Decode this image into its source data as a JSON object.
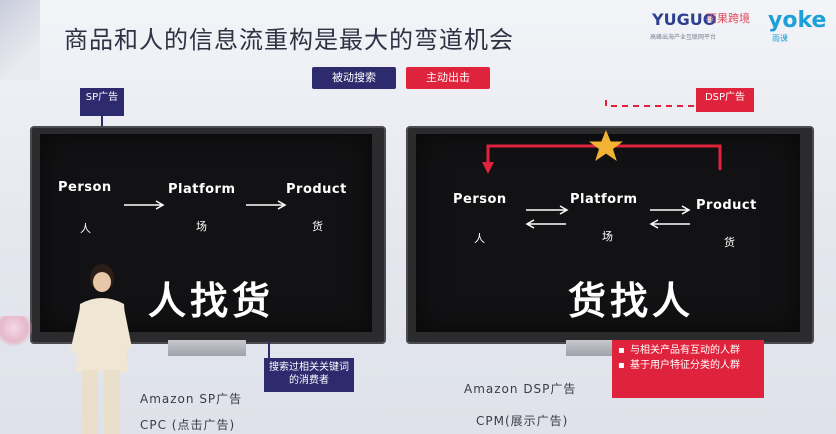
{
  "slide": {
    "title": "商品和人的信息流重构是最大的弯道机会",
    "brand": {
      "yuguo": "YUGUO",
      "yuguo_cn": "雨果跨境",
      "yuguo_sub": "高峰出海产业互联网平台",
      "yoke": "yoke",
      "yoke_sub": "雨课"
    },
    "tags": {
      "passive": "被动搜索",
      "active": "主动出击"
    },
    "left": {
      "ad_tag": "SP广告",
      "nodes": [
        {
          "en": "Person",
          "cn": "人"
        },
        {
          "en": "Platform",
          "cn": "场"
        },
        {
          "en": "Product",
          "cn": "货"
        }
      ],
      "big_text": "人找货",
      "note": "搜索过相关关键词的消费者",
      "caption1": "Amazon SP广告",
      "caption2": "CPC (点击广告)"
    },
    "right": {
      "ad_tag": "DSP广告",
      "nodes": [
        {
          "en": "Person",
          "cn": "人"
        },
        {
          "en": "Platform",
          "cn": "场"
        },
        {
          "en": "Product",
          "cn": "货"
        }
      ],
      "big_text": "货找人",
      "notes": [
        "与相关产品有互动的人群",
        "基于用户特征分类的人群"
      ],
      "caption1": "Amazon DSP广告",
      "caption2": "CPM(展示广告)"
    },
    "colors": {
      "navy": "#2d2a6e",
      "red": "#e0233c",
      "star": "#f2b233"
    }
  }
}
